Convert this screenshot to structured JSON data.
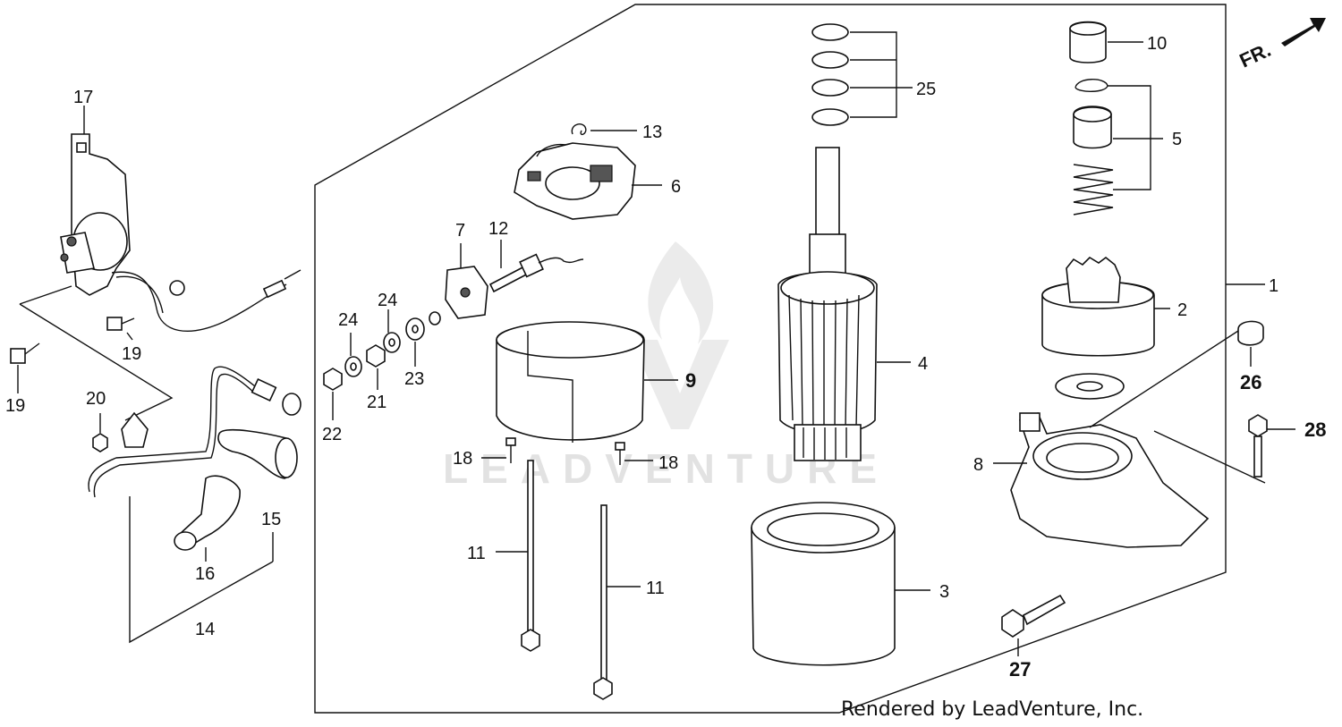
{
  "diagram": {
    "direction_label": "FR.",
    "watermark_text": "LEADVENTURE",
    "credit": "Rendered by LeadVenture, Inc.",
    "callouts": [
      {
        "id": "c1",
        "text": "1"
      },
      {
        "id": "c2",
        "text": "2"
      },
      {
        "id": "c3",
        "text": "3"
      },
      {
        "id": "c4",
        "text": "4"
      },
      {
        "id": "c5",
        "text": "5"
      },
      {
        "id": "c6",
        "text": "6"
      },
      {
        "id": "c7",
        "text": "7"
      },
      {
        "id": "c8",
        "text": "8"
      },
      {
        "id": "c9",
        "text": "9"
      },
      {
        "id": "c10",
        "text": "10"
      },
      {
        "id": "c11a",
        "text": "11"
      },
      {
        "id": "c11b",
        "text": "11"
      },
      {
        "id": "c12",
        "text": "12"
      },
      {
        "id": "c13",
        "text": "13"
      },
      {
        "id": "c14",
        "text": "14"
      },
      {
        "id": "c15",
        "text": "15"
      },
      {
        "id": "c16",
        "text": "16"
      },
      {
        "id": "c17",
        "text": "17"
      },
      {
        "id": "c18a",
        "text": "18"
      },
      {
        "id": "c18b",
        "text": "18"
      },
      {
        "id": "c19a",
        "text": "19"
      },
      {
        "id": "c19b",
        "text": "19"
      },
      {
        "id": "c20",
        "text": "20"
      },
      {
        "id": "c21",
        "text": "21"
      },
      {
        "id": "c22",
        "text": "22"
      },
      {
        "id": "c23",
        "text": "23"
      },
      {
        "id": "c24a",
        "text": "24"
      },
      {
        "id": "c24b",
        "text": "24"
      },
      {
        "id": "c25",
        "text": "25"
      },
      {
        "id": "c26",
        "text": "26"
      },
      {
        "id": "c27",
        "text": "27"
      },
      {
        "id": "c28",
        "text": "28"
      }
    ]
  }
}
